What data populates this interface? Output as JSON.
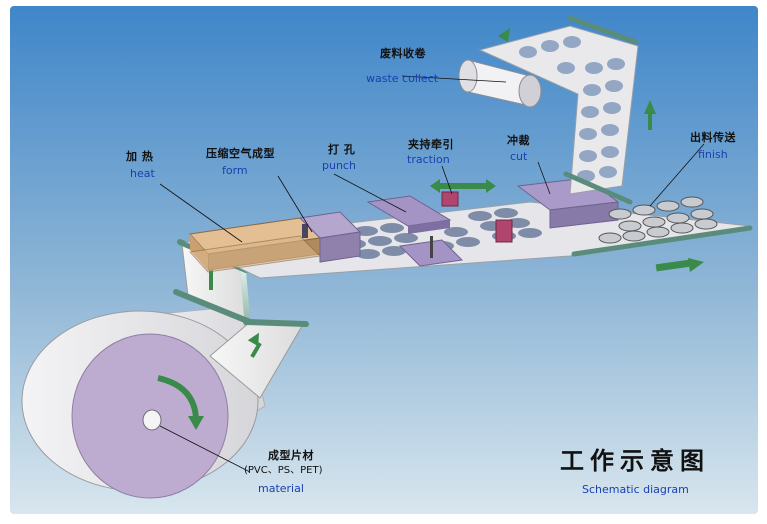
{
  "labels": {
    "waste_collect": {
      "zh": "废料收卷",
      "en": "waste collect"
    },
    "heat": {
      "zh": "加 热",
      "en": "heat"
    },
    "form": {
      "zh": "压缩空气成型",
      "en": "form"
    },
    "punch": {
      "zh": "打 孔",
      "en": "punch"
    },
    "traction": {
      "zh": "夹持牵引",
      "en": "traction"
    },
    "cut": {
      "zh": "冲裁",
      "en": "cut"
    },
    "finish": {
      "zh": "出料传送",
      "en": "finish"
    },
    "material": {
      "zh": "成型片材",
      "note": "(PVC、PS、PET)",
      "en": "material"
    }
  },
  "title": {
    "zh": "工作示意图",
    "en": "Schematic diagram"
  },
  "colors": {
    "sky_top": "#3f86c9",
    "sky_bottom": "#cfe0ea",
    "heater": "#d9b48a",
    "plate": "#a89ac2",
    "roll": "#bfaed0",
    "arrow": "#3a8a4a"
  }
}
